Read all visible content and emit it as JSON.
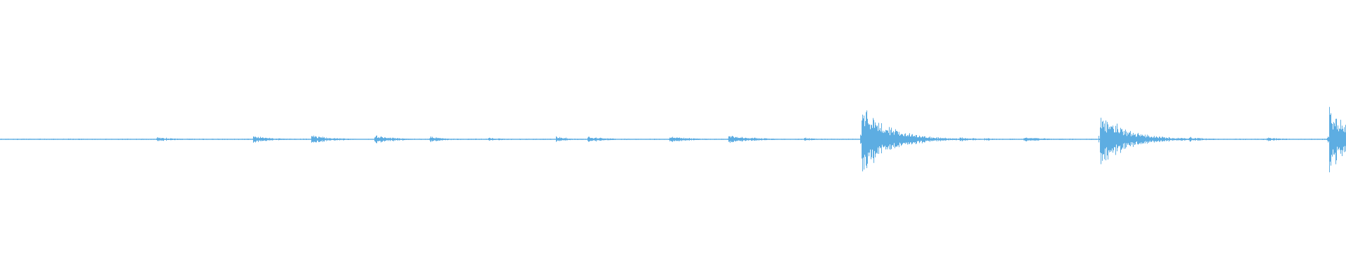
{
  "colors": {
    "background": "#ffffff",
    "waveform": "#5dade2"
  },
  "waveform": {
    "note": "",
    "baseline_amplitude": 0.012,
    "transients": [
      {
        "position": 0.116,
        "peak": 0.06,
        "decay": 0.018
      },
      {
        "position": 0.188,
        "peak": 0.1,
        "decay": 0.014
      },
      {
        "position": 0.231,
        "peak": 0.12,
        "decay": 0.016
      },
      {
        "position": 0.278,
        "peak": 0.14,
        "decay": 0.015
      },
      {
        "position": 0.319,
        "peak": 0.08,
        "decay": 0.012
      },
      {
        "position": 0.362,
        "peak": 0.05,
        "decay": 0.014
      },
      {
        "position": 0.413,
        "peak": 0.09,
        "decay": 0.01
      },
      {
        "position": 0.436,
        "peak": 0.1,
        "decay": 0.014
      },
      {
        "position": 0.497,
        "peak": 0.09,
        "decay": 0.016
      },
      {
        "position": 0.541,
        "peak": 0.12,
        "decay": 0.02
      },
      {
        "position": 0.597,
        "peak": 0.06,
        "decay": 0.008
      },
      {
        "position": 0.64,
        "peak": 1.0,
        "decay": 0.02
      },
      {
        "position": 0.713,
        "peak": 0.07,
        "decay": 0.012
      },
      {
        "position": 0.731,
        "peak": 0.05,
        "decay": 0.008
      },
      {
        "position": 0.76,
        "peak": 0.08,
        "decay": 0.014
      },
      {
        "position": 0.817,
        "peak": 0.78,
        "decay": 0.02
      },
      {
        "position": 0.883,
        "peak": 0.07,
        "decay": 0.014
      },
      {
        "position": 0.941,
        "peak": 0.06,
        "decay": 0.012
      },
      {
        "position": 0.987,
        "peak": 0.88,
        "decay": 0.018
      }
    ]
  }
}
